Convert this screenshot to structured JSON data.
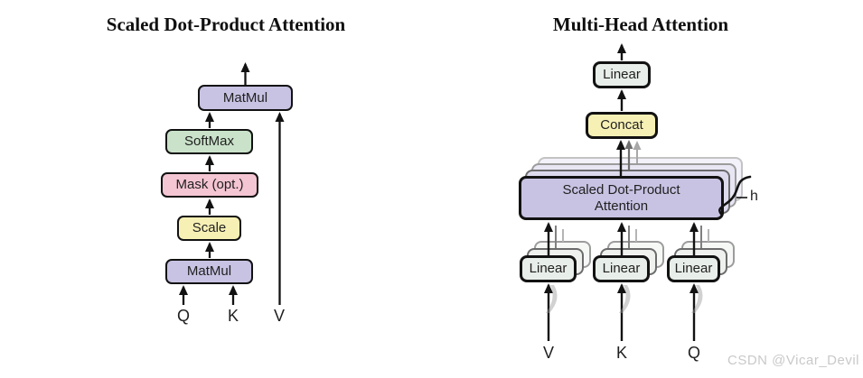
{
  "left_diagram": {
    "title": "Scaled Dot-Product Attention",
    "nodes": {
      "matmul_top": {
        "label": "MatMul"
      },
      "softmax": {
        "label": "SoftMax"
      },
      "mask": {
        "label": "Mask (opt.)"
      },
      "scale": {
        "label": "Scale"
      },
      "matmul_bottom": {
        "label": "MatMul"
      }
    },
    "inputs": {
      "q": "Q",
      "k": "K",
      "v": "V"
    }
  },
  "right_diagram": {
    "title": "Multi-Head Attention",
    "nodes": {
      "linear_out": {
        "label": "Linear"
      },
      "concat": {
        "label": "Concat"
      },
      "sdpa": {
        "label_line1": "Scaled Dot-Product",
        "label_line2": "Attention"
      },
      "linear_v": {
        "label": "Linear"
      },
      "linear_k": {
        "label": "Linear"
      },
      "linear_q": {
        "label": "Linear"
      }
    },
    "heads_label": "h",
    "inputs": {
      "v": "V",
      "k": "K",
      "q": "Q"
    }
  },
  "watermark": "CSDN @Vicar_Devil",
  "colors": {
    "matmul_fill": "#c8c3e3",
    "softmax_fill": "#c9e2c9",
    "mask_fill": "#f4c5d3",
    "scale_fill": "#f7f0b5",
    "concat_fill": "#f7f0b5",
    "linear_fill": "#e8eee9",
    "sdpa_fill": "#c8c3e3",
    "box_border": "#121212",
    "arrow": "#121212",
    "ghost_border": "#808080",
    "watermark_color": "#c9c9c9",
    "background": "#ffffff"
  }
}
